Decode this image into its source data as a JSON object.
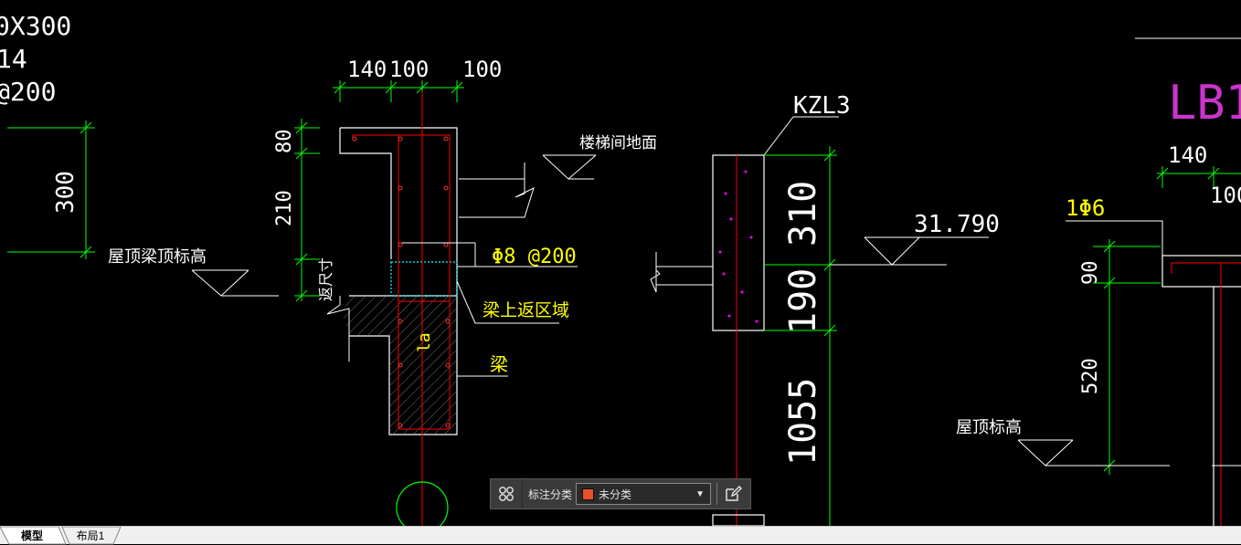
{
  "drawing": {
    "top_left_lines": [
      "0X300",
      "14",
      "@200"
    ],
    "dim_300": "300",
    "roof_beam_top": "屋顶梁顶标高",
    "dims_top": [
      "140",
      "100",
      "100"
    ],
    "dim_80": "80",
    "dim_210": "210",
    "upturn_size": "返尺寸",
    "stair_floor": "楼梯间地面",
    "rebar_label": "Φ8 @200",
    "upturn_zone": "梁上返区域",
    "beam": "梁",
    "la_label": "la",
    "kzl_label": "KZL3",
    "elev": "31.790",
    "dim_310": "310",
    "dim_190": "190",
    "dim_1055": "1055",
    "lb_label": "LB1",
    "dim_140_r": "140",
    "dim_100_r": "100",
    "phi6": "1Φ6",
    "dim_90": "90",
    "dim_520": "520",
    "roof_elev": "屋顶标高"
  },
  "colors": {
    "green": "#00ff00",
    "white": "#ffffff",
    "red": "#ff0000",
    "yellow": "#ffff00",
    "cyan": "#00ffff",
    "magenta": "#ff00ff",
    "accent": "#e8502a"
  },
  "toolbar": {
    "grid_icon": "grid-icon",
    "label": "标注分类",
    "selected": "未分类",
    "swatch": "#e8502a",
    "edit_icon": "edit-icon"
  },
  "tabs": [
    {
      "label": "模型",
      "active": true
    },
    {
      "label": "布局1",
      "active": false
    }
  ]
}
